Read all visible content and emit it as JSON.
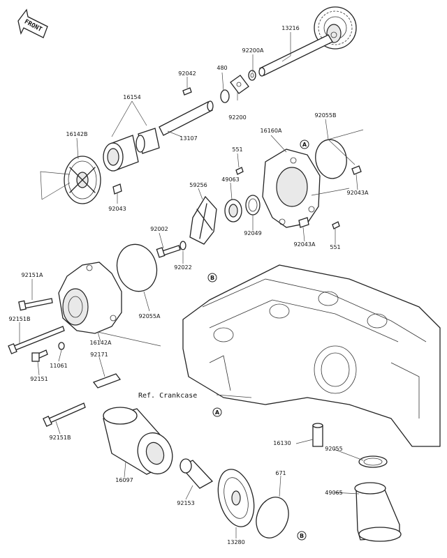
{
  "front_label": "FRONT",
  "reference_label": "Ref. Crankcase",
  "callouts": {
    "a": "A",
    "b": "B"
  },
  "parts": {
    "p13216": "13216",
    "p92200a": "92200A",
    "p92042": "92042",
    "p480": "480",
    "p16154": "16154",
    "p92200": "92200",
    "p13107": "13107",
    "p16142b": "16142B",
    "p16160a": "16160A",
    "p92055b": "92055B",
    "p551_top": "551",
    "p49063": "49063",
    "p92043": "92043",
    "p59256": "59256",
    "p92043a_r": "92043A",
    "p92002": "92002",
    "p92049": "92049",
    "p92022": "92022",
    "p92043a_b": "92043A",
    "p551_bot": "551",
    "p92151a": "92151A",
    "p92055a": "92055A",
    "p92151b_l": "92151B",
    "p16142a": "16142A",
    "p11061": "11061",
    "p92171": "92171",
    "p92151": "92151",
    "p92151b_b": "92151B",
    "p16130": "16130",
    "p16097": "16097",
    "p671": "671",
    "p92055": "92055",
    "p49065": "49065",
    "p92153": "92153",
    "p13280": "13280"
  }
}
